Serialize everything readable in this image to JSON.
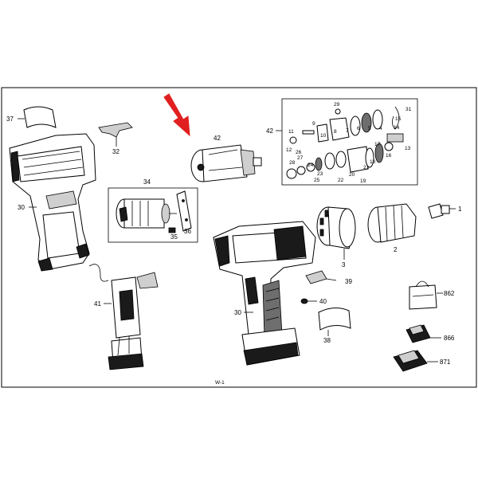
{
  "callouts": {
    "c1": "1",
    "c2": "2",
    "c3": "3",
    "c30a": "30",
    "c30b": "30",
    "c32": "32",
    "c34": "34",
    "c35": "35",
    "c36": "36",
    "c37": "37",
    "c38": "38",
    "c39": "39",
    "c40": "40",
    "c41": "41",
    "c42a": "42",
    "c42b": "42",
    "c862": "862",
    "c866": "866",
    "c871": "871"
  },
  "gearbox_callouts": [
    "29",
    "31",
    "9",
    "10",
    "11",
    "12",
    "8",
    "7",
    "6",
    "5",
    "4",
    "15",
    "14",
    "13",
    "26",
    "27",
    "28",
    "25",
    "24",
    "23",
    "22",
    "21",
    "20",
    "19",
    "18",
    "17",
    "16"
  ],
  "footer_mark": "W-1",
  "colors": {
    "highlight_arrow": "#e02020",
    "frame": "#000000"
  }
}
